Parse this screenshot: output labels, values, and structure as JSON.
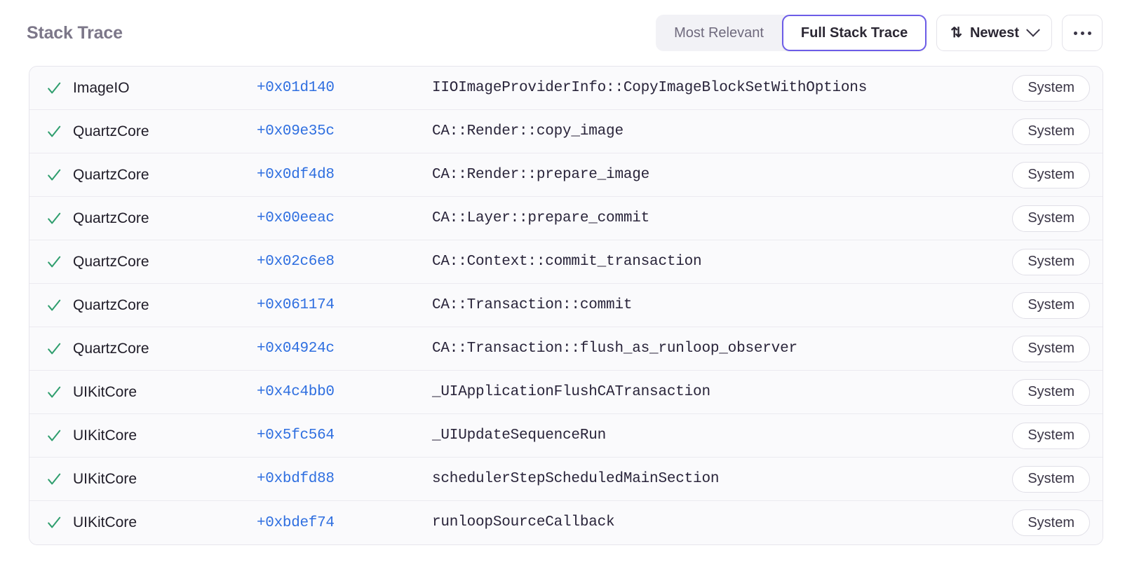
{
  "header": {
    "title": "Stack Trace",
    "view_toggle": {
      "options": [
        "Most Relevant",
        "Full Stack Trace"
      ],
      "selected": "Full Stack Trace"
    },
    "sort": {
      "icon": "sort-arrows-icon",
      "label": "Newest",
      "chevron": "chevron-down-icon"
    },
    "overflow": {
      "icon": "ellipsis-icon",
      "label": "..."
    }
  },
  "colors": {
    "accent": "#6c5ce7",
    "link": "#2f6fe0",
    "check": "#2f9e6e",
    "title": "#7c7789",
    "row_bg": "#fafafc",
    "row_border": "#ebeaf0",
    "segment_bg": "#f2f2f6"
  },
  "table": {
    "row_status_icon": "check-icon",
    "rows": [
      {
        "status": "resolved",
        "module": "ImageIO",
        "offset": "+0x01d140",
        "symbol": "IIOImageProviderInfo::CopyImageBlockSetWithOptions",
        "badge": "System"
      },
      {
        "status": "resolved",
        "module": "QuartzCore",
        "offset": "+0x09e35c",
        "symbol": "CA::Render::copy_image",
        "badge": "System"
      },
      {
        "status": "resolved",
        "module": "QuartzCore",
        "offset": "+0x0df4d8",
        "symbol": "CA::Render::prepare_image",
        "badge": "System"
      },
      {
        "status": "resolved",
        "module": "QuartzCore",
        "offset": "+0x00eeac",
        "symbol": "CA::Layer::prepare_commit",
        "badge": "System"
      },
      {
        "status": "resolved",
        "module": "QuartzCore",
        "offset": "+0x02c6e8",
        "symbol": "CA::Context::commit_transaction",
        "badge": "System"
      },
      {
        "status": "resolved",
        "module": "QuartzCore",
        "offset": "+0x061174",
        "symbol": "CA::Transaction::commit",
        "badge": "System"
      },
      {
        "status": "resolved",
        "module": "QuartzCore",
        "offset": "+0x04924c",
        "symbol": "CA::Transaction::flush_as_runloop_observer",
        "badge": "System"
      },
      {
        "status": "resolved",
        "module": "UIKitCore",
        "offset": "+0x4c4bb0",
        "symbol": "_UIApplicationFlushCATransaction",
        "badge": "System"
      },
      {
        "status": "resolved",
        "module": "UIKitCore",
        "offset": "+0x5fc564",
        "symbol": "_UIUpdateSequenceRun",
        "badge": "System"
      },
      {
        "status": "resolved",
        "module": "UIKitCore",
        "offset": "+0xbdfd88",
        "symbol": "schedulerStepScheduledMainSection",
        "badge": "System"
      },
      {
        "status": "resolved",
        "module": "UIKitCore",
        "offset": "+0xbdef74",
        "symbol": "runloopSourceCallback",
        "badge": "System"
      }
    ]
  }
}
